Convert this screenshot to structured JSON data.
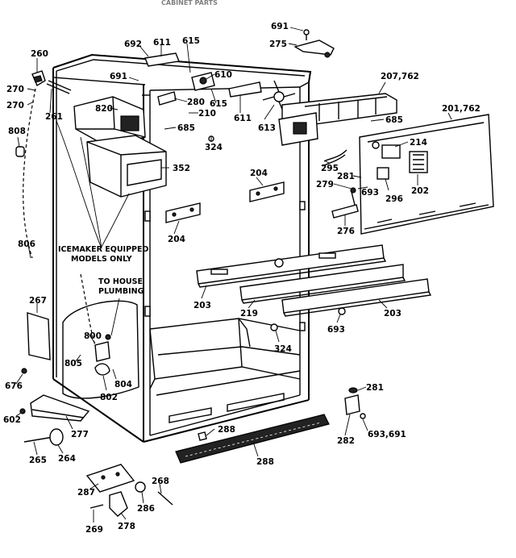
{
  "header_text": "CABINET PARTS",
  "labels": {
    "l691a": "691",
    "l275": "275",
    "l260": "260",
    "l692": "692",
    "l611a": "611",
    "l615a": "615",
    "l691b": "691",
    "l610": "610",
    "l207_762": "207,762",
    "l270a": "270",
    "l270b": "270",
    "l261": "261",
    "l820": "820",
    "l280": "280",
    "l615b": "615",
    "l210": "210",
    "l611b": "611",
    "l613": "613",
    "l685a": "685",
    "l685b": "685",
    "l201_762": "201,762",
    "l808": "808",
    "l324a": "324",
    "l214": "214",
    "l352": "352",
    "l295": "295",
    "l281a": "281",
    "l204a": "204",
    "l279": "279",
    "l693a": "693",
    "l296": "296",
    "l202": "202",
    "l204b": "204",
    "l276": "276",
    "l806": "806",
    "l203a": "203",
    "l219": "219",
    "l203b": "203",
    "l267": "267",
    "l693b": "693",
    "l800": "800",
    "l324b": "324",
    "l805": "805",
    "l804": "804",
    "l676": "676",
    "l802": "802",
    "l281b": "281",
    "l602": "602",
    "l277": "277",
    "l288a": "288",
    "l282": "282",
    "l693_691": "693,691",
    "l265": "265",
    "l264": "264",
    "l288b": "288",
    "l268": "268",
    "l287": "287",
    "l286": "286",
    "l269": "269",
    "l278": "278"
  },
  "notes": {
    "icemaker_line1": "ICEMAKER EQUIPPED",
    "icemaker_line2": "MODELS ONLY",
    "house_line1": "TO HOUSE",
    "house_line2": "PLUMBING"
  }
}
